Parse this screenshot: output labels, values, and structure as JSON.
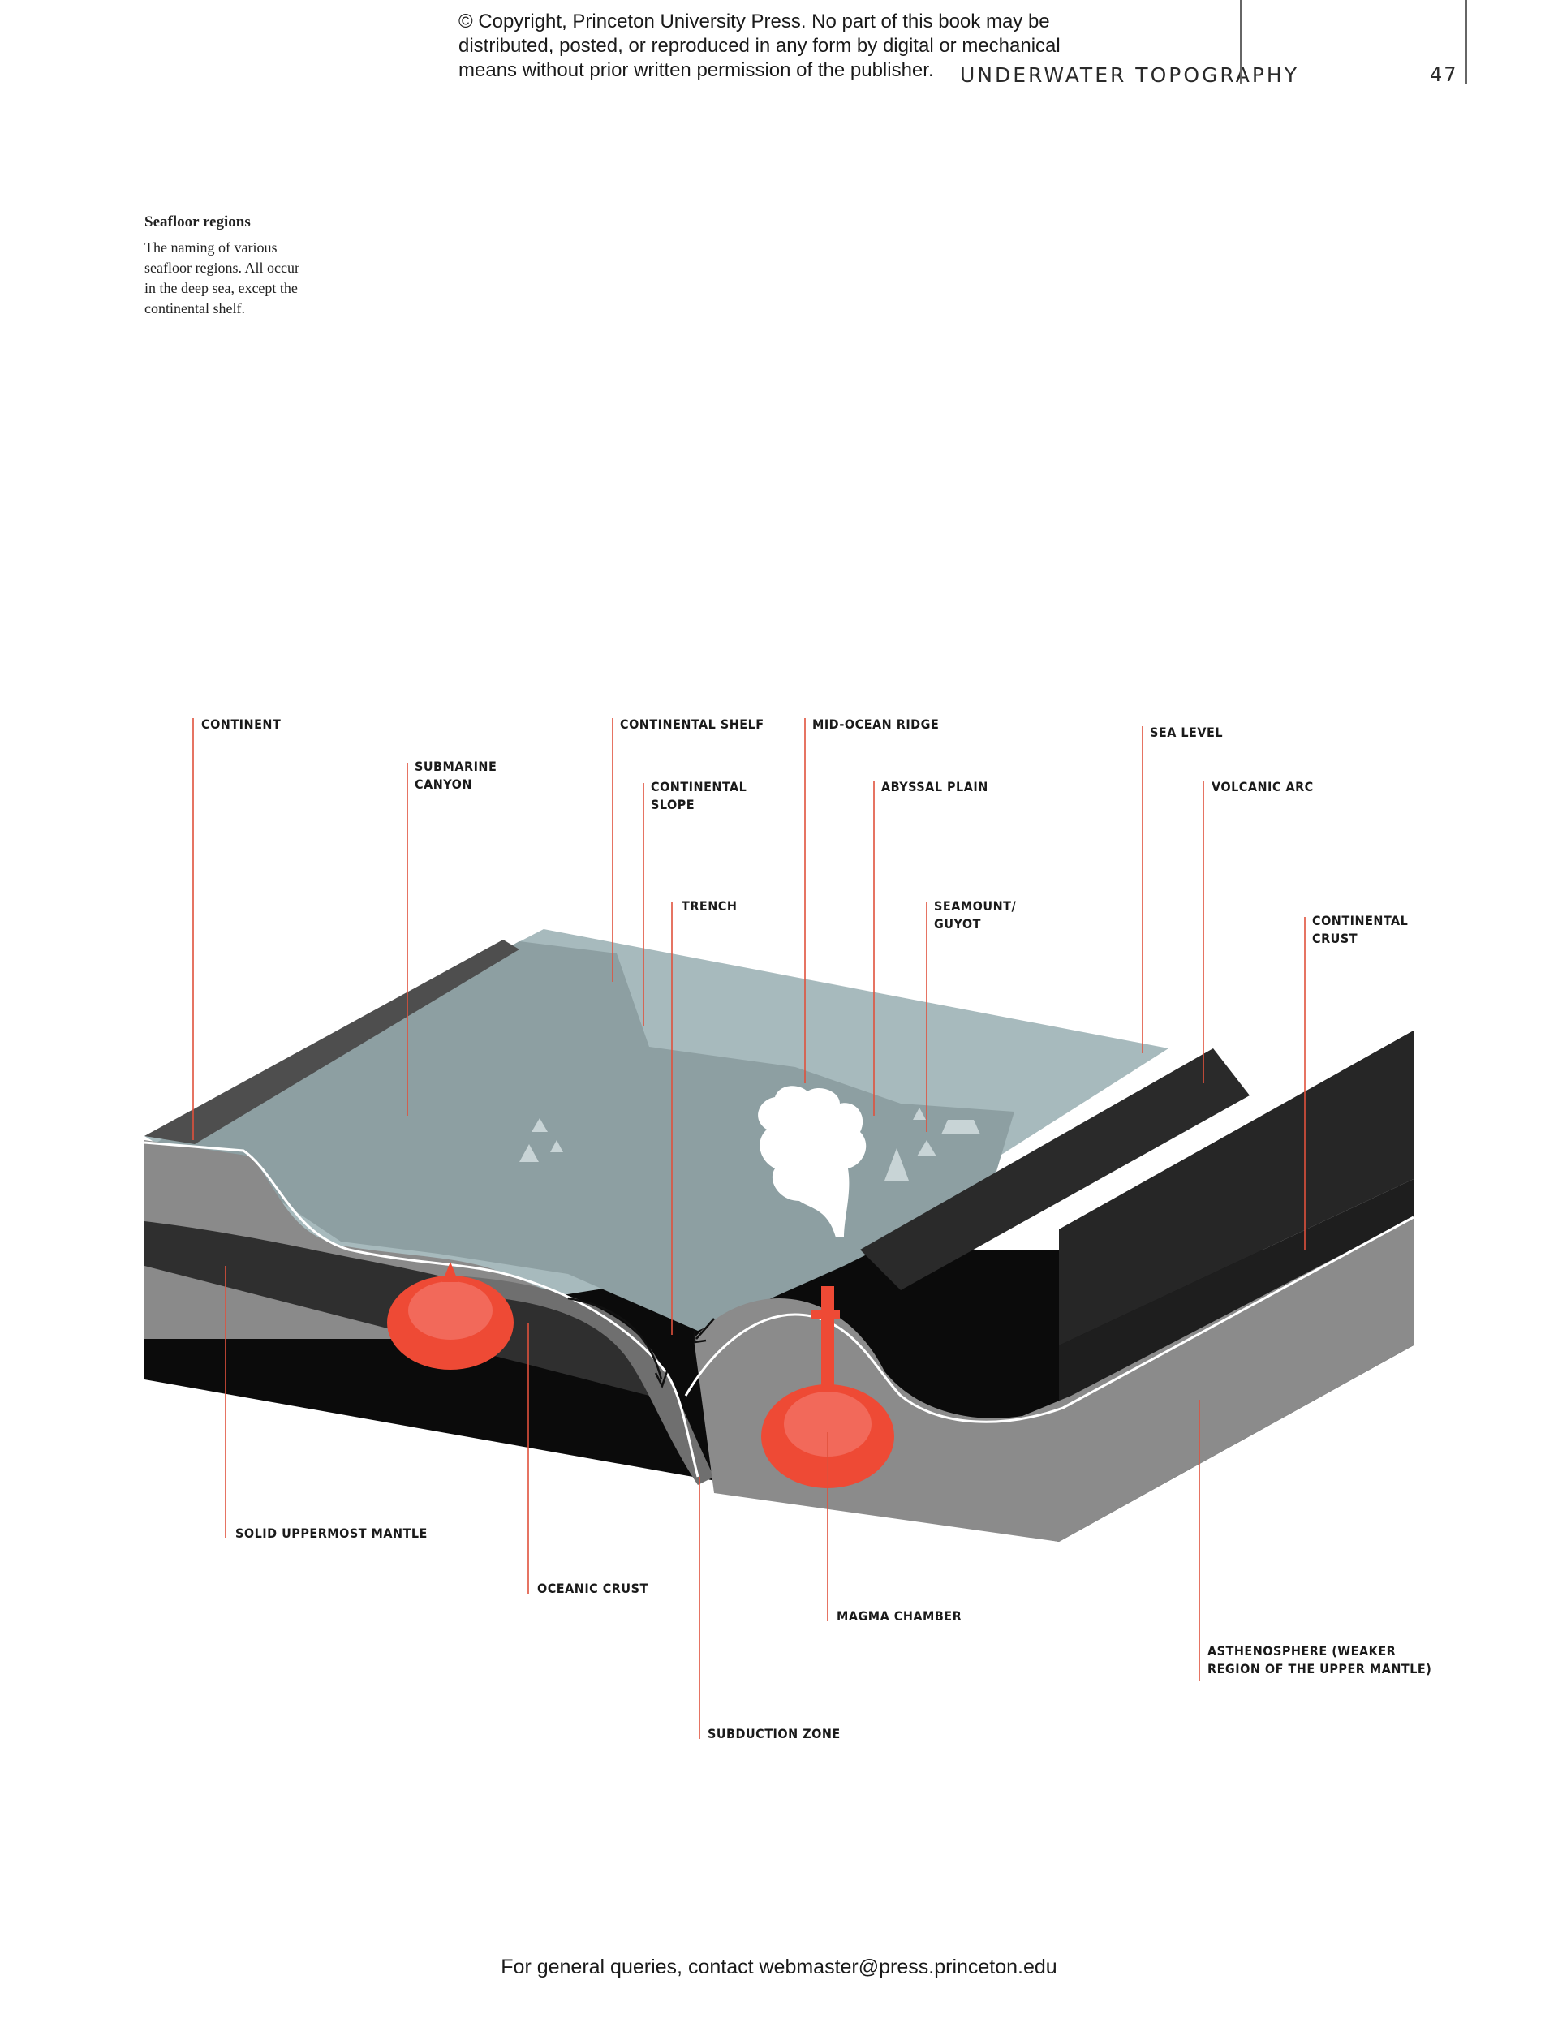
{
  "header": {
    "copyright_lines": [
      "© Copyright, Princeton University Press. No part of this book may be",
      "distributed, posted, or reproduced in any form by digital or mechanical",
      "means without prior written permission of the publisher."
    ],
    "running_head": "UNDERWATER TOPOGRAPHY",
    "page_number": "47"
  },
  "caption": {
    "title": "Seafloor regions",
    "lines": [
      "The naming of various",
      "seafloor regions. All occur",
      "in the deep sea, except the",
      "continental shelf."
    ]
  },
  "labels": {
    "continent": [
      "CONTINENT"
    ],
    "submarine_canyon": [
      "SUBMARINE",
      "CANYON"
    ],
    "continental_shelf": [
      "CONTINENTAL SHELF"
    ],
    "continental_slope": [
      "CONTINENTAL",
      "SLOPE"
    ],
    "trench": [
      "TRENCH"
    ],
    "mid_ocean_ridge": [
      "MID-OCEAN RIDGE"
    ],
    "abyssal_plain": [
      "ABYSSAL PLAIN"
    ],
    "seamount_guyot": [
      "SEAMOUNT/",
      "GUYOT"
    ],
    "sea_level": [
      "SEA LEVEL"
    ],
    "volcanic_arc": [
      "VOLCANIC ARC"
    ],
    "continental_crust": [
      "CONTINENTAL",
      "CRUST"
    ],
    "solid_uppermost_mantle": [
      "SOLID UPPERMOST MANTLE"
    ],
    "oceanic_crust": [
      "OCEANIC CRUST"
    ],
    "magma_chamber": [
      "MAGMA CHAMBER"
    ],
    "asthenosphere": [
      "ASTHENOSPHERE (WEAKER",
      "REGION OF THE UPPER MANTLE)"
    ],
    "subduction_zone": [
      "SUBDUCTION ZONE"
    ]
  },
  "colors": {
    "leader": "#e0513c",
    "magma": "#ee4a35",
    "water": "#9fb3b6",
    "mantle": "#0b0b0b"
  },
  "footer": "For general queries, contact webmaster@press.princeton.edu"
}
